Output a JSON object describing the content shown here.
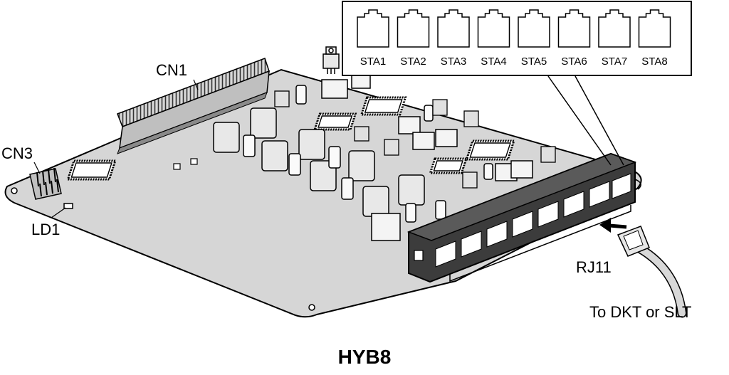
{
  "labels": {
    "cn1": "CN1",
    "cn3": "CN3",
    "ld1": "LD1",
    "rj11": "RJ11",
    "to_device": "To DKT or SLT"
  },
  "ports": [
    "STA1",
    "STA2",
    "STA3",
    "STA4",
    "STA5",
    "STA6",
    "STA7",
    "STA8"
  ],
  "title": "HYB8"
}
